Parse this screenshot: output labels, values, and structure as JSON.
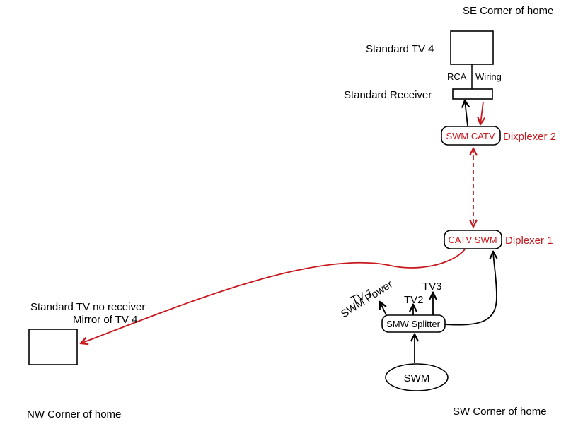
{
  "corners": {
    "se": "SE Corner of home",
    "nw": "NW Corner of home",
    "sw": "SW Corner of home"
  },
  "tv4": {
    "label": "Standard TV 4"
  },
  "rca_wiring": {
    "rca": "RCA",
    "wiring": "Wiring"
  },
  "receiver": {
    "label": "Standard Receiver"
  },
  "diplexer2": {
    "box_text": "SWM CATV",
    "label": "Dixplexer 2"
  },
  "diplexer1": {
    "box_text": "CATV SWM",
    "label": "Diplexer 1"
  },
  "standard_tv_nr": {
    "line1": "Standard TV no receiver",
    "line2": "Mirror of TV 4"
  },
  "splitter": {
    "box_text": "SMW Splitter",
    "out_tv1": "TV 1",
    "out_swm_power": "SWM Power",
    "out_tv2": "TV2",
    "out_tv3": "TV3"
  },
  "swm": {
    "label": "SWM"
  },
  "colors": {
    "signal_red": "#c8191f",
    "line_black": "#000000"
  }
}
